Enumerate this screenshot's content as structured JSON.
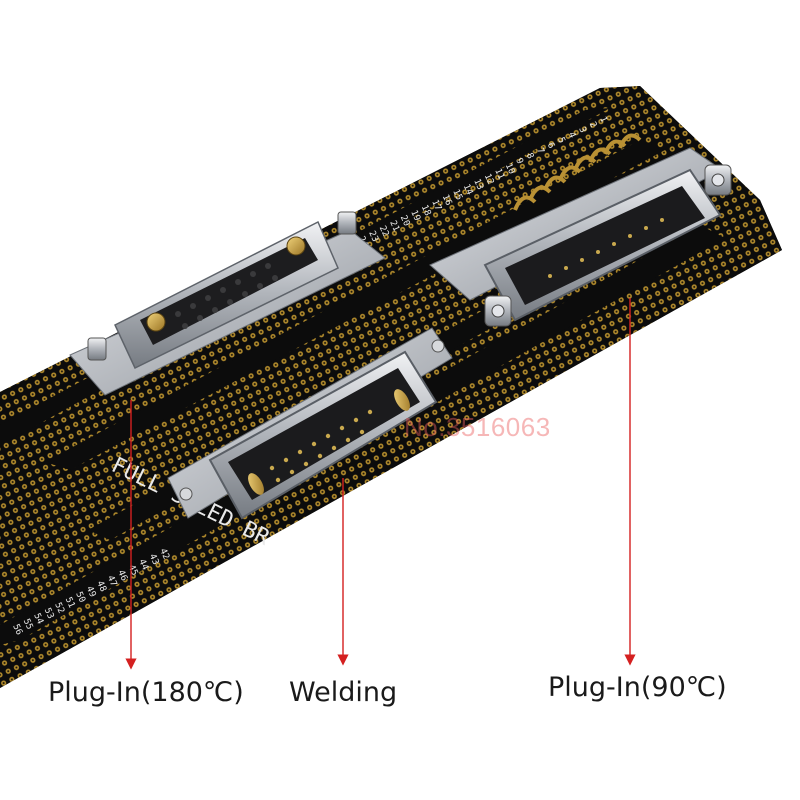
{
  "callouts": {
    "plugin_180": "Plug-In(180℃)",
    "welding": "Welding",
    "plugin_90": "Plug-In(90℃)"
  },
  "watermark": "No.3516063",
  "board": {
    "silkscreen_text": "FULL SIZED BR",
    "pin_numbers_top": [
      "1",
      "2",
      "3",
      "4",
      "5",
      "6",
      "7",
      "8",
      "9",
      "10",
      "11",
      "12",
      "13",
      "14",
      "15",
      "16",
      "17",
      "18",
      "19",
      "20",
      "21",
      "22",
      "23",
      "24",
      "25"
    ],
    "pin_numbers_bottom": [
      "42",
      "43",
      "44",
      "45",
      "46",
      "47",
      "48",
      "49",
      "50",
      "51",
      "52",
      "53",
      "54",
      "55",
      "56"
    ]
  },
  "colors": {
    "board": "#0c0c0c",
    "pad_gold": "#b8902e",
    "connector_metal": "#c9ccd1",
    "arrow_red": "#d42020"
  }
}
